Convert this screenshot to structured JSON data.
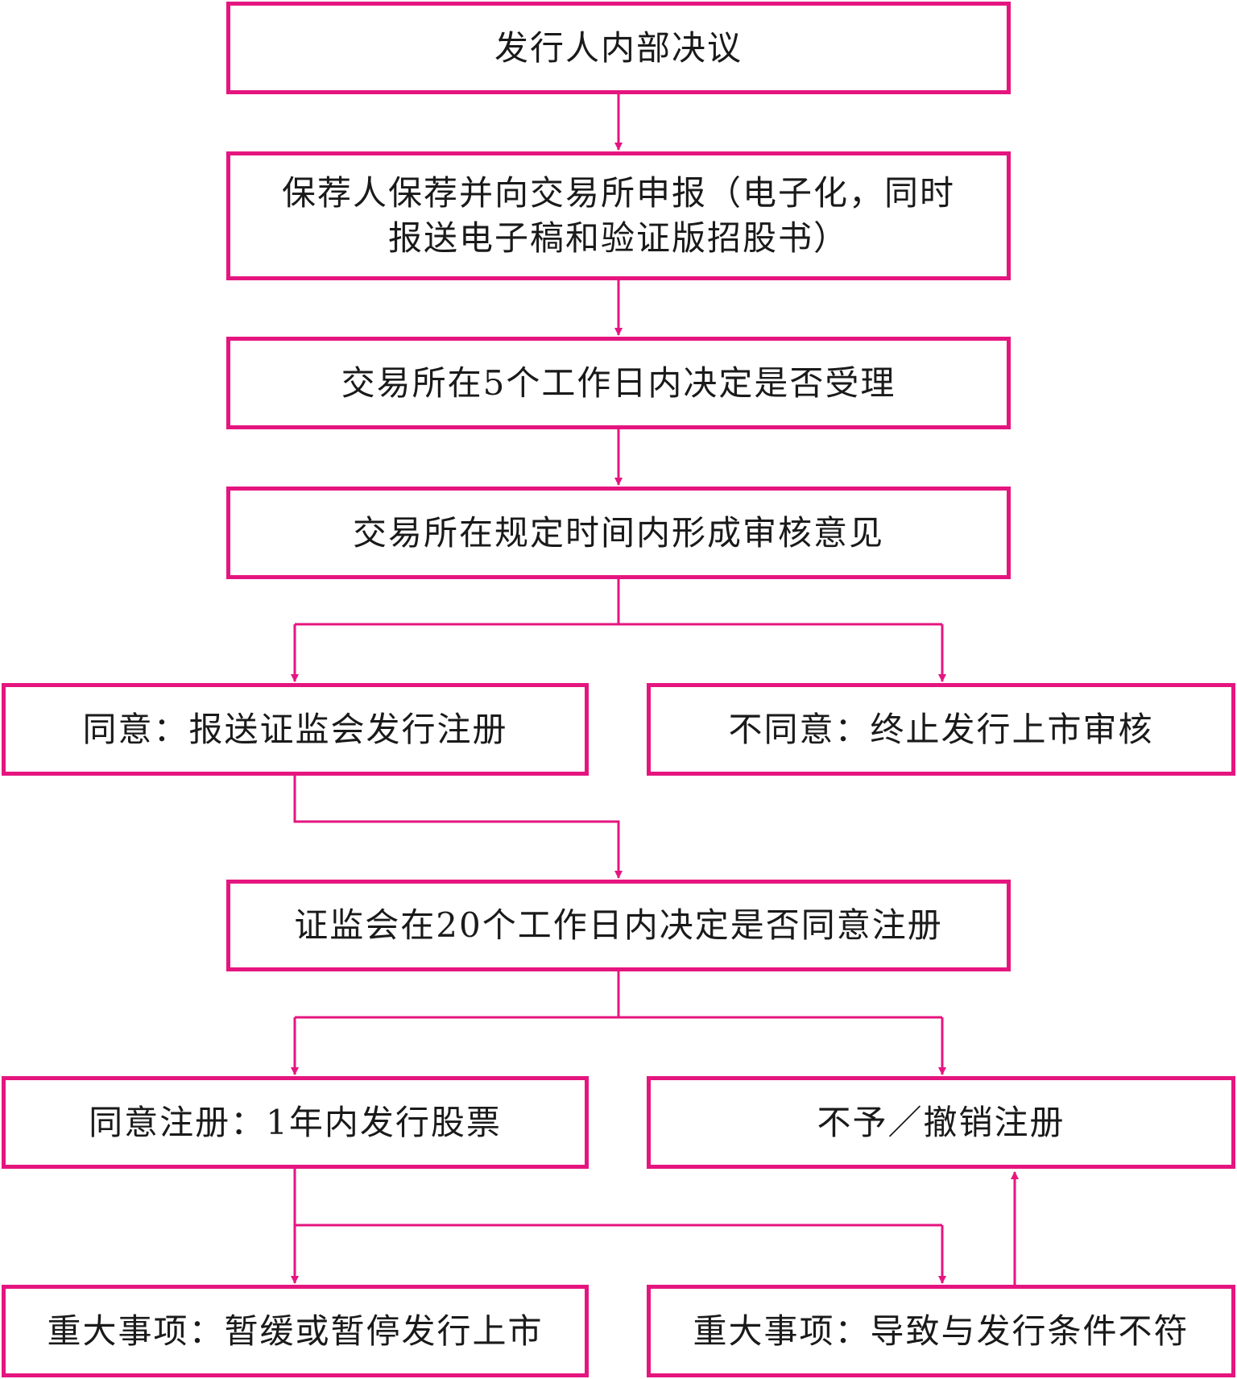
{
  "colors": {
    "accent": "#e5157f",
    "text": "#1a1a1a",
    "background": "#ffffff"
  },
  "nodes": {
    "resolution": "发行人内部决议",
    "sponsor_line1": "保荐人保荐并向交易所申报（电子化，同时",
    "sponsor_line2": "报送电子稿和验证版招股书）",
    "accept": "交易所在5个工作日内决定是否受理",
    "review": "交易所在规定时间内形成审核意见",
    "agree": "同意：报送证监会发行注册",
    "disagree": "不同意：终止发行上市审核",
    "csrc": "证监会在20个工作日内决定是否同意注册",
    "register_ok": "同意注册：1年内发行股票",
    "register_no": "不予／撤销注册",
    "suspend": "重大事项：暂缓或暂停发行上市",
    "nonconform": "重大事项：导致与发行条件不符"
  }
}
